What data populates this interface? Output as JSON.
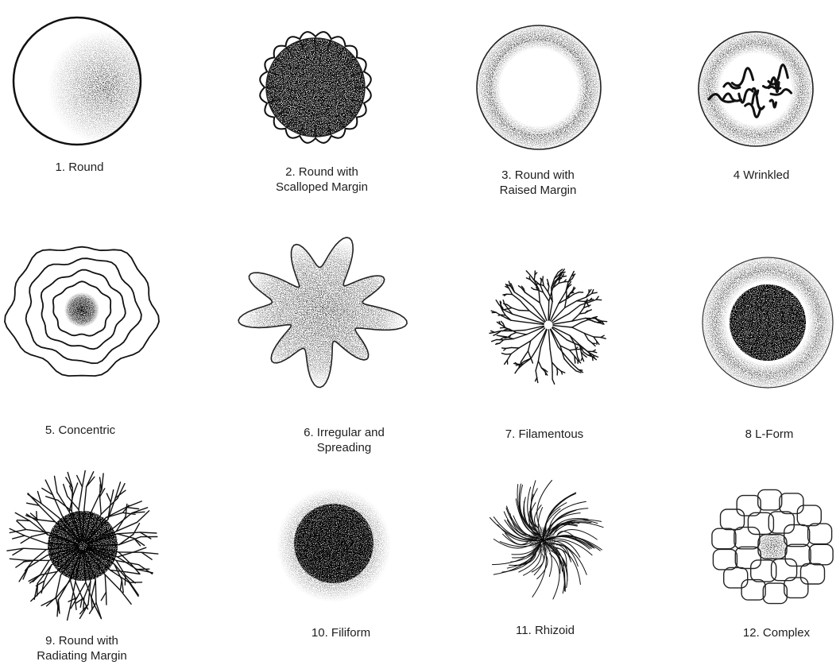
{
  "colonies": [
    {
      "number": "1.",
      "lines": [
        "Round"
      ],
      "icon": "round-colony-icon"
    },
    {
      "number": "2.",
      "lines": [
        "Round with",
        "Scalloped Margin"
      ],
      "icon": "scalloped-colony-icon"
    },
    {
      "number": "3.",
      "lines": [
        "Round with",
        "Raised Margin"
      ],
      "icon": "raised-margin-colony-icon"
    },
    {
      "number": "4",
      "lines": [
        "Wrinkled"
      ],
      "icon": "wrinkled-colony-icon"
    },
    {
      "number": "5.",
      "lines": [
        "Concentric"
      ],
      "icon": "concentric-colony-icon"
    },
    {
      "number": "6.",
      "lines": [
        "Irregular and",
        "Spreading"
      ],
      "icon": "irregular-spreading-colony-icon"
    },
    {
      "number": "7.",
      "lines": [
        "Filamentous"
      ],
      "icon": "filamentous-colony-icon"
    },
    {
      "number": "8",
      "lines": [
        "L-Form"
      ],
      "icon": "l-form-colony-icon"
    },
    {
      "number": "9.",
      "lines": [
        "Round with",
        "Radiating Margin"
      ],
      "icon": "radiating-margin-colony-icon"
    },
    {
      "number": "10.",
      "lines": [
        "Filiform"
      ],
      "icon": "filiform-colony-icon"
    },
    {
      "number": "11.",
      "lines": [
        "Rhizoid"
      ],
      "icon": "rhizoid-colony-icon"
    },
    {
      "number": "12.",
      "lines": [
        "Complex"
      ],
      "icon": "complex-colony-icon"
    }
  ]
}
